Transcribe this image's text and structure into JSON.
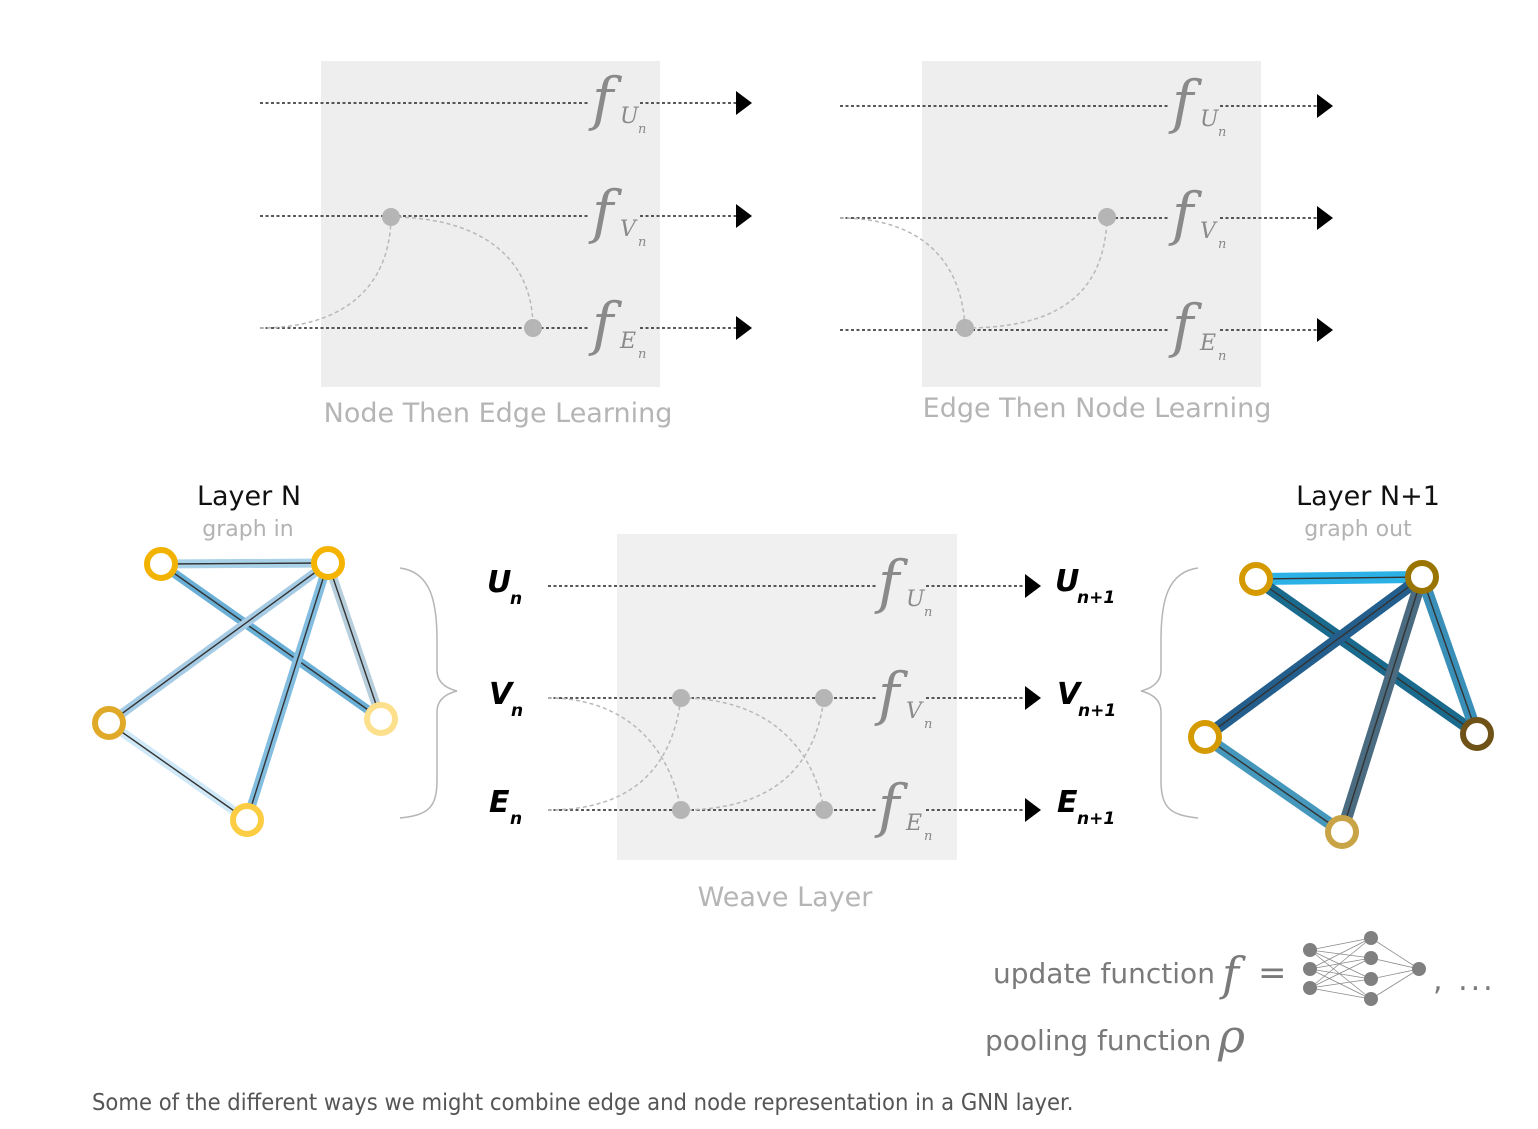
{
  "panels": {
    "node_then_edge": {
      "label": "Node Then Edge Learning"
    },
    "edge_then_node": {
      "label": "Edge Then Node Learning"
    },
    "weave": {
      "label": "Weave Layer"
    }
  },
  "functions": {
    "symbol": "f",
    "subscripts": [
      "U",
      "V",
      "E"
    ],
    "subsub": "n"
  },
  "layer_in": {
    "title": "Layer N",
    "subtitle": "graph in"
  },
  "layer_out": {
    "title": "Layer N+1",
    "subtitle": "graph out"
  },
  "inputs": [
    {
      "letter": "U",
      "sub": "n"
    },
    {
      "letter": "V",
      "sub": "n"
    },
    {
      "letter": "E",
      "sub": "n"
    }
  ],
  "outputs": [
    {
      "letter": "U",
      "sub": "n+1"
    },
    {
      "letter": "V",
      "sub": "n+1"
    },
    {
      "letter": "E",
      "sub": "n+1"
    }
  ],
  "legend": {
    "update_label": "update function",
    "update_symbol": "f",
    "equals": "=",
    "ellipsis": ", ...",
    "pooling_label": "pooling function",
    "pooling_symbol": "ρ"
  },
  "caption": "Some of the different ways we might combine edge and node representation in a GNN layer.",
  "colors": {
    "panel_bg": "#eeeeee",
    "connector": "#b0b0b0",
    "in_nodes": [
      "#f2b200",
      "#f4b400",
      "#e0aa28",
      "#fde08c",
      "#fccd42"
    ],
    "out_nodes": [
      "#d49a00",
      "#9a7400",
      "#d49a00",
      "#6e5218",
      "#c9a446"
    ],
    "in_edges": [
      "#a9d2e8",
      "#6aafd6",
      "#a6cbe4",
      "#83bde0",
      "#b7cfdc",
      "#cfe9f8"
    ],
    "out_edges": [
      "#2bb1e6",
      "#1a6a8e",
      "#235e8c",
      "#4a6b80",
      "#3a8fb8",
      "#4598bb"
    ]
  }
}
